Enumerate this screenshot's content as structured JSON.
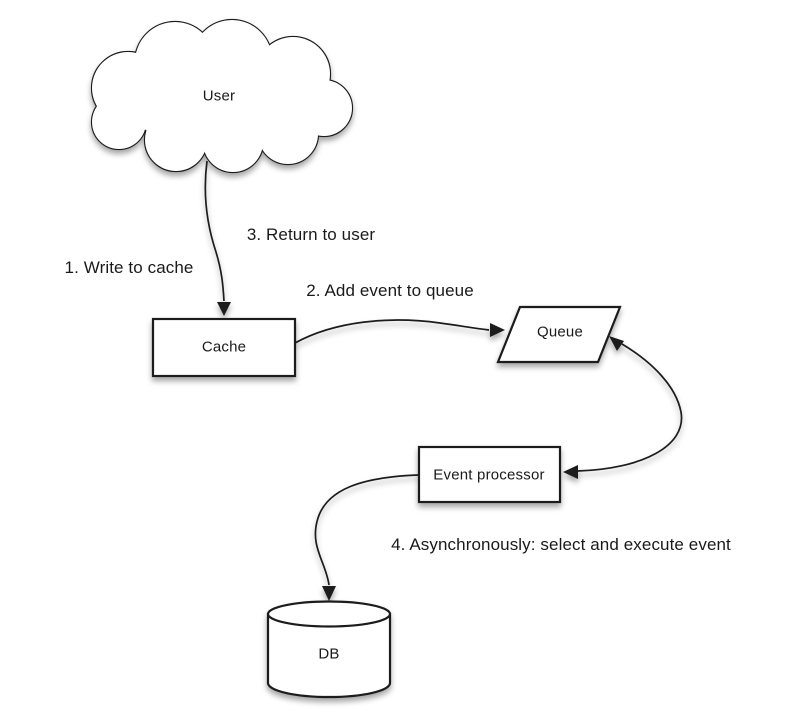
{
  "canvas": {
    "background": "#ffffff",
    "stroke_color": "#1c1c1c",
    "text_color": "#1a1a1a"
  },
  "nodes": [
    {
      "id": "user",
      "label": "User",
      "shape": "cloud"
    },
    {
      "id": "cache",
      "label": "Cache",
      "shape": "rectangle"
    },
    {
      "id": "queue",
      "label": "Queue",
      "shape": "parallelogram"
    },
    {
      "id": "event_processor",
      "label": "Event processor",
      "shape": "rectangle"
    },
    {
      "id": "db",
      "label": "DB",
      "shape": "cylinder"
    }
  ],
  "edge_labels": [
    {
      "id": "step1",
      "text": "1. Write to cache"
    },
    {
      "id": "step2",
      "text": "2. Add event to queue"
    },
    {
      "id": "step3",
      "text": "3. Return to user"
    },
    {
      "id": "step4",
      "text": "4. Asynchronously: select and execute event"
    }
  ],
  "edges": [
    {
      "from": "user",
      "to": "cache",
      "style": "curved-arrow"
    },
    {
      "from": "cache",
      "to": "queue",
      "style": "curved-arrow"
    },
    {
      "from": "queue",
      "to": "event_processor",
      "style": "curved-double-arrow"
    },
    {
      "from": "event_processor",
      "to": "db",
      "style": "curved-arrow"
    }
  ]
}
